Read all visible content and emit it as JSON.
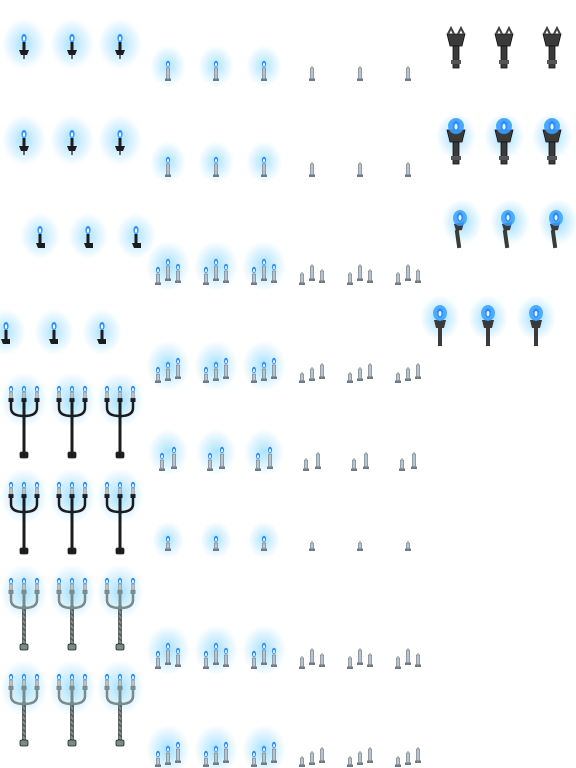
{
  "sheet": {
    "background": "#ffffff",
    "grid": {
      "columns": 12,
      "rows": 8
    }
  },
  "colors": {
    "blue_glow": "#5ec8ff",
    "blue_flame_core": "#e8f8ff",
    "blue_flame": "#2f8cff",
    "dark_metal": "#1c1c1c",
    "grey_metal": "#6b6b6b",
    "silver_candle": "#b8c4cc",
    "silver_candle_dark": "#6f7c86",
    "teal_wrought": "#7a8c88",
    "brazier_dark": "#3a3a3a",
    "brazier_flame": "#3aa0ff"
  },
  "sprites": [
    {
      "row": 0,
      "col": 0,
      "kind": "sconce-dark",
      "lit": true
    },
    {
      "row": 0,
      "col": 1,
      "kind": "sconce-dark",
      "lit": true
    },
    {
      "row": 0,
      "col": 2,
      "kind": "sconce-dark",
      "lit": true
    },
    {
      "row": 0,
      "col": 3,
      "kind": "single-candle",
      "lit": true
    },
    {
      "row": 0,
      "col": 4,
      "kind": "single-candle",
      "lit": true
    },
    {
      "row": 0,
      "col": 5,
      "kind": "single-candle",
      "lit": true
    },
    {
      "row": 0,
      "col": 6,
      "kind": "single-candle",
      "lit": false
    },
    {
      "row": 0,
      "col": 7,
      "kind": "single-candle",
      "lit": false
    },
    {
      "row": 0,
      "col": 8,
      "kind": "single-candle",
      "lit": false
    },
    {
      "row": 0,
      "col": 9,
      "kind": "brazier-wall",
      "lit": false
    },
    {
      "row": 0,
      "col": 10,
      "kind": "brazier-wall",
      "lit": false
    },
    {
      "row": 0,
      "col": 11,
      "kind": "brazier-wall",
      "lit": false
    },
    {
      "row": 1,
      "col": 0,
      "kind": "sconce-dark",
      "lit": true
    },
    {
      "row": 1,
      "col": 1,
      "kind": "sconce-dark",
      "lit": true
    },
    {
      "row": 1,
      "col": 2,
      "kind": "sconce-dark",
      "lit": true
    },
    {
      "row": 1,
      "col": 3,
      "kind": "single-candle",
      "lit": true
    },
    {
      "row": 1,
      "col": 4,
      "kind": "single-candle",
      "lit": true
    },
    {
      "row": 1,
      "col": 5,
      "kind": "single-candle",
      "lit": true
    },
    {
      "row": 1,
      "col": 6,
      "kind": "single-candle",
      "lit": false
    },
    {
      "row": 1,
      "col": 7,
      "kind": "single-candle",
      "lit": false
    },
    {
      "row": 1,
      "col": 8,
      "kind": "single-candle",
      "lit": false
    },
    {
      "row": 1,
      "col": 9,
      "kind": "brazier-wall",
      "lit": true
    },
    {
      "row": 1,
      "col": 10,
      "kind": "brazier-wall",
      "lit": true
    },
    {
      "row": 1,
      "col": 11,
      "kind": "brazier-wall",
      "lit": true
    },
    {
      "row": 2,
      "col": 0,
      "kind": "sconce-side",
      "lit": true
    },
    {
      "row": 2,
      "col": 1,
      "kind": "sconce-side",
      "lit": true
    },
    {
      "row": 2,
      "col": 2,
      "kind": "sconce-side",
      "lit": true
    },
    {
      "row": 2,
      "col": 3,
      "kind": "triple-candle",
      "lit": true
    },
    {
      "row": 2,
      "col": 4,
      "kind": "triple-candle",
      "lit": true
    },
    {
      "row": 2,
      "col": 5,
      "kind": "triple-candle",
      "lit": true
    },
    {
      "row": 2,
      "col": 6,
      "kind": "triple-candle",
      "lit": false
    },
    {
      "row": 2,
      "col": 7,
      "kind": "triple-candle",
      "lit": false
    },
    {
      "row": 2,
      "col": 8,
      "kind": "triple-candle",
      "lit": false
    },
    {
      "row": 2,
      "col": 9,
      "kind": "torch-side",
      "lit": true
    },
    {
      "row": 2,
      "col": 10,
      "kind": "torch-side",
      "lit": true
    },
    {
      "row": 2,
      "col": 11,
      "kind": "torch-side",
      "lit": true
    },
    {
      "row": 3,
      "col": 0,
      "kind": "sconce-side-left",
      "lit": true
    },
    {
      "row": 3,
      "col": 1,
      "kind": "sconce-side-left",
      "lit": true
    },
    {
      "row": 3,
      "col": 2,
      "kind": "sconce-side-left",
      "lit": true
    },
    {
      "row": 3,
      "col": 3,
      "kind": "triple-candle-low",
      "lit": true
    },
    {
      "row": 3,
      "col": 4,
      "kind": "triple-candle-low",
      "lit": true
    },
    {
      "row": 3,
      "col": 5,
      "kind": "triple-candle-low",
      "lit": true
    },
    {
      "row": 3,
      "col": 6,
      "kind": "triple-candle-low",
      "lit": false
    },
    {
      "row": 3,
      "col": 7,
      "kind": "triple-candle-low",
      "lit": false
    },
    {
      "row": 3,
      "col": 8,
      "kind": "triple-candle-low",
      "lit": false
    },
    {
      "row": 3,
      "col": 9,
      "kind": "torch-front",
      "lit": true
    },
    {
      "row": 3,
      "col": 10,
      "kind": "torch-front",
      "lit": true
    },
    {
      "row": 3,
      "col": 11,
      "kind": "torch-front",
      "lit": true
    },
    {
      "row": 4,
      "col": 0,
      "kind": "candelabra-dark",
      "lit": true
    },
    {
      "row": 4,
      "col": 1,
      "kind": "candelabra-dark",
      "lit": true
    },
    {
      "row": 4,
      "col": 2,
      "kind": "candelabra-dark",
      "lit": true
    },
    {
      "row": 4,
      "col": 3,
      "kind": "double-candle",
      "lit": true
    },
    {
      "row": 4,
      "col": 4,
      "kind": "double-candle",
      "lit": true
    },
    {
      "row": 4,
      "col": 5,
      "kind": "double-candle",
      "lit": true
    },
    {
      "row": 4,
      "col": 6,
      "kind": "double-candle",
      "lit": false
    },
    {
      "row": 4,
      "col": 7,
      "kind": "double-candle",
      "lit": false
    },
    {
      "row": 4,
      "col": 8,
      "kind": "double-candle",
      "lit": false
    },
    {
      "row": 5,
      "col": 0,
      "kind": "candelabra-dark",
      "lit": true
    },
    {
      "row": 5,
      "col": 1,
      "kind": "candelabra-dark",
      "lit": true
    },
    {
      "row": 5,
      "col": 2,
      "kind": "candelabra-dark",
      "lit": true
    },
    {
      "row": 5,
      "col": 3,
      "kind": "stub-candle",
      "lit": true
    },
    {
      "row": 5,
      "col": 4,
      "kind": "stub-candle",
      "lit": true
    },
    {
      "row": 5,
      "col": 5,
      "kind": "stub-candle",
      "lit": true
    },
    {
      "row": 5,
      "col": 6,
      "kind": "stub-candle",
      "lit": false
    },
    {
      "row": 5,
      "col": 7,
      "kind": "stub-candle",
      "lit": false
    },
    {
      "row": 5,
      "col": 8,
      "kind": "stub-candle",
      "lit": false
    },
    {
      "row": 6,
      "col": 0,
      "kind": "candelabra-grey",
      "lit": true
    },
    {
      "row": 6,
      "col": 1,
      "kind": "candelabra-grey",
      "lit": true
    },
    {
      "row": 6,
      "col": 2,
      "kind": "candelabra-grey",
      "lit": true
    },
    {
      "row": 6,
      "col": 3,
      "kind": "triple-candle",
      "lit": true
    },
    {
      "row": 6,
      "col": 4,
      "kind": "triple-candle",
      "lit": true
    },
    {
      "row": 6,
      "col": 5,
      "kind": "triple-candle",
      "lit": true
    },
    {
      "row": 6,
      "col": 6,
      "kind": "triple-candle",
      "lit": false
    },
    {
      "row": 6,
      "col": 7,
      "kind": "triple-candle",
      "lit": false
    },
    {
      "row": 6,
      "col": 8,
      "kind": "triple-candle",
      "lit": false
    },
    {
      "row": 7,
      "col": 0,
      "kind": "candelabra-grey",
      "lit": true
    },
    {
      "row": 7,
      "col": 1,
      "kind": "candelabra-grey",
      "lit": true
    },
    {
      "row": 7,
      "col": 2,
      "kind": "candelabra-grey",
      "lit": true
    },
    {
      "row": 7,
      "col": 3,
      "kind": "triple-candle-low",
      "lit": true
    },
    {
      "row": 7,
      "col": 4,
      "kind": "triple-candle-low",
      "lit": true
    },
    {
      "row": 7,
      "col": 5,
      "kind": "triple-candle-low",
      "lit": true
    },
    {
      "row": 7,
      "col": 6,
      "kind": "triple-candle-low",
      "lit": false
    },
    {
      "row": 7,
      "col": 7,
      "kind": "triple-candle-low",
      "lit": false
    },
    {
      "row": 7,
      "col": 8,
      "kind": "triple-candle-low",
      "lit": false
    }
  ]
}
